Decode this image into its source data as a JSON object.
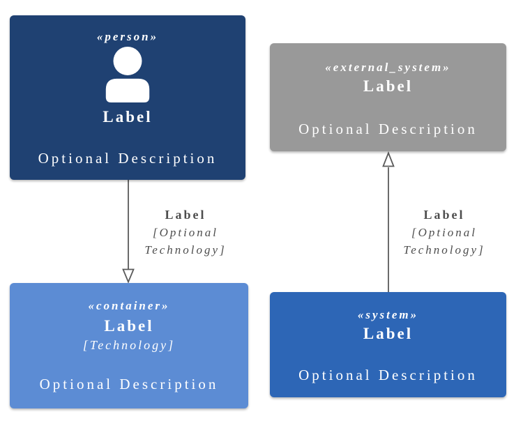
{
  "nodes": {
    "person": {
      "stereotype": "«person»",
      "label": "Label",
      "description": "Optional Description",
      "fill": "#1F4172",
      "icon": "person-icon"
    },
    "external_system": {
      "stereotype": "«external_system»",
      "label": "Label",
      "description": "Optional Description",
      "fill": "#999999"
    },
    "container": {
      "stereotype": "«container»",
      "label": "Label",
      "technology": "[Technology]",
      "description": "Optional Description",
      "fill": "#5C8CD4"
    },
    "system": {
      "stereotype": "«system»",
      "label": "Label",
      "description": "Optional Description",
      "fill": "#2D66B6"
    }
  },
  "edges": [
    {
      "from": "person",
      "to": "container",
      "label": "Label",
      "technology_lines": [
        "[Optional",
        "Technology]"
      ],
      "arrow": "open-triangle-down"
    },
    {
      "from": "system",
      "to": "external_system",
      "label": "Label",
      "technology_lines": [
        "[Optional",
        "Technology]"
      ],
      "arrow": "open-triangle-up"
    }
  ],
  "colors": {
    "background": "#FFFFFF",
    "node_text": "#FFFFFF",
    "edge_line": "#5A5A5A",
    "edge_text": "#4D4D4D"
  }
}
